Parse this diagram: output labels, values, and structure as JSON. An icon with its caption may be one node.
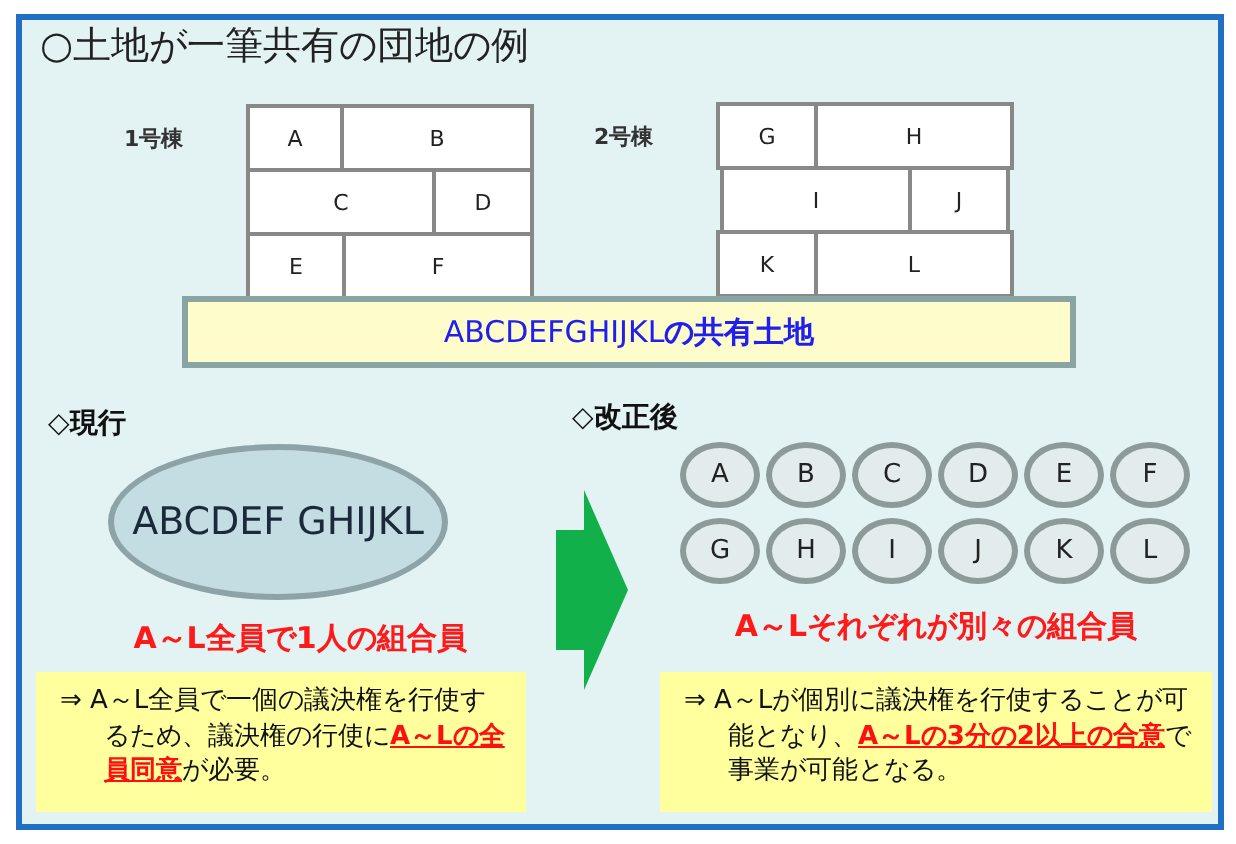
{
  "diagram": {
    "title": "○土地が一筆共有の団地の例",
    "nodes": [
      {
        "text": [
          "1号棟"
        ]
      },
      {
        "text": [
          "A"
        ],
        "in": 0
      },
      {
        "text": [
          "B"
        ],
        "in": 0
      },
      {
        "text": [
          "C"
        ],
        "in": 0
      },
      {
        "text": [
          "D"
        ],
        "in": 0
      },
      {
        "text": [
          "E"
        ],
        "in": 0
      },
      {
        "text": [
          "F"
        ],
        "in": 0
      },
      {
        "text": [
          "2号棟"
        ]
      },
      {
        "text": [
          "G"
        ],
        "in": 7
      },
      {
        "text": [
          "H"
        ],
        "in": 7
      },
      {
        "text": [
          "I"
        ],
        "in": 7
      },
      {
        "text": [
          "J"
        ],
        "in": 7
      },
      {
        "text": [
          "K"
        ],
        "in": 7
      },
      {
        "text": [
          "L"
        ],
        "in": 7
      },
      {
        "text": [
          "ABCDEFGHIJKL**の共有土地**"
        ]
      },
      {
        "text": [
          "ABCDEF GHIJKL"
        ]
      },
      {
        "text": [
          "⇒ A～L全員で一個の議決権を行使するため、議決権の行使に**A～Lの全員同意**が必要。"
        ]
      },
      {
        "text": [
          "A"
        ]
      },
      {
        "text": [
          "B"
        ]
      },
      {
        "text": [
          "C"
        ]
      },
      {
        "text": [
          "D"
        ]
      },
      {
        "text": [
          "E"
        ]
      },
      {
        "text": [
          "F"
        ]
      },
      {
        "text": [
          "G"
        ]
      },
      {
        "text": [
          "H"
        ]
      },
      {
        "text": [
          "I"
        ]
      },
      {
        "text": [
          "J"
        ]
      },
      {
        "text": [
          "K"
        ]
      },
      {
        "text": [
          "L"
        ]
      },
      {
        "text": [
          "⇒ A～Lが個別に議決権を行使することが可能となり、**A～Lの3分の2以上の合意**で事業が可能となる。"
        ]
      }
    ],
    "labels": [
      "◇現行",
      "A～L全員で1人の組合員",
      "◇改正後",
      "A～Lそれぞれが別々の組合員"
    ]
  }
}
